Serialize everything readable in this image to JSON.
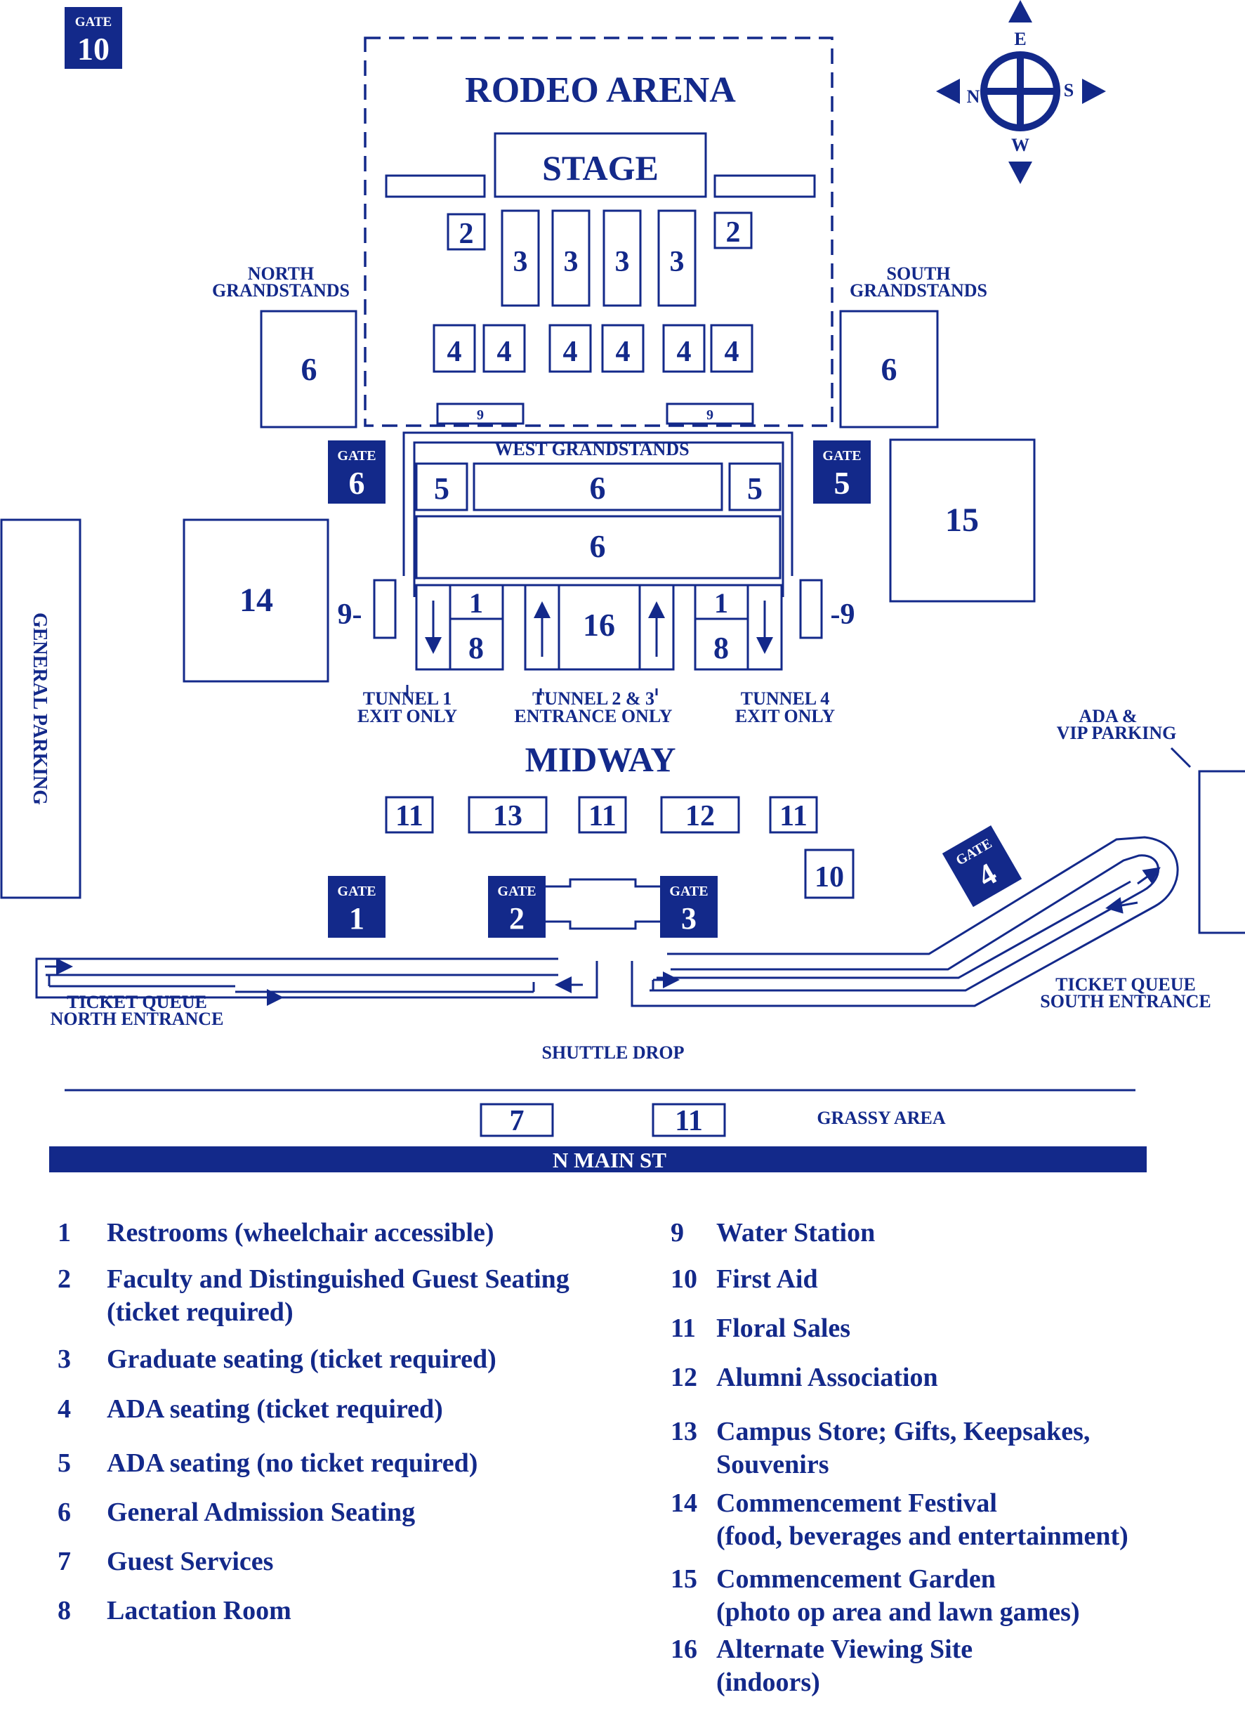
{
  "colors": {
    "brand": "#13298a",
    "background": "#ffffff"
  },
  "compass": {
    "n": "N",
    "e": "E",
    "s": "S",
    "w": "W"
  },
  "gates": {
    "word": "GATE",
    "g1": "1",
    "g2": "2",
    "g3": "3",
    "g4": "4",
    "g5": "5",
    "g6": "6",
    "g10": "10"
  },
  "areas": {
    "rodeo_arena": "RODEO ARENA",
    "stage": "STAGE",
    "north_grandstands_1": "NORTH",
    "north_grandstands_2": "GRANDSTANDS",
    "south_grandstands_1": "SOUTH",
    "south_grandstands_2": "GRANDSTANDS",
    "west_grandstands": "WEST GRANDSTANDS",
    "general_parking": "GENERAL PARKING",
    "midway": "MIDWAY",
    "tunnel_1_a": "TUNNEL 1",
    "tunnel_1_b": "EXIT ONLY",
    "tunnel_23_a": "TUNNEL 2 & 3",
    "tunnel_23_b": "ENTRANCE ONLY",
    "tunnel_4_a": "TUNNEL 4",
    "tunnel_4_b": "EXIT ONLY",
    "ada_vip_a": "ADA &",
    "ada_vip_b": "VIP PARKING",
    "tq_north_a": "TICKET QUEUE",
    "tq_north_b": "NORTH ENTRANCE",
    "tq_south_a": "TICKET QUEUE",
    "tq_south_b": "SOUTH ENTRANCE",
    "shuttle_drop": "SHUTTLE DROP",
    "grassy_area": "GRASSY AREA",
    "street": "N MAIN ST"
  },
  "markers": {
    "m1": "1",
    "m2": "2",
    "m3": "3",
    "m4": "4",
    "m5": "5",
    "m6": "6",
    "m7": "7",
    "m8": "8",
    "m9": "9",
    "m9_dash_left": "9-",
    "m9_dash_right": "-9",
    "m10": "10",
    "m11": "11",
    "m12": "12",
    "m13": "13",
    "m14": "14",
    "m15": "15",
    "m16": "16"
  },
  "legend": [
    {
      "num": "1",
      "lines": [
        "Restrooms (wheelchair accessible)"
      ]
    },
    {
      "num": "2",
      "lines": [
        "Faculty and Distinguished Guest Seating",
        "(ticket required)"
      ]
    },
    {
      "num": "3",
      "lines": [
        "Graduate seating (ticket required)"
      ]
    },
    {
      "num": "4",
      "lines": [
        "ADA seating (ticket required)"
      ]
    },
    {
      "num": "5",
      "lines": [
        "ADA seating (no ticket required)"
      ]
    },
    {
      "num": "6",
      "lines": [
        "General Admission Seating"
      ]
    },
    {
      "num": "7",
      "lines": [
        "Guest Services"
      ]
    },
    {
      "num": "8",
      "lines": [
        "Lactation Room"
      ]
    },
    {
      "num": "9",
      "lines": [
        "Water Station"
      ]
    },
    {
      "num": "10",
      "lines": [
        "First Aid"
      ]
    },
    {
      "num": "11",
      "lines": [
        "Floral Sales"
      ]
    },
    {
      "num": "12",
      "lines": [
        "Alumni Association"
      ]
    },
    {
      "num": "13",
      "lines": [
        "Campus Store; Gifts, Keepsakes,",
        "Souvenirs"
      ]
    },
    {
      "num": "14",
      "lines": [
        "Commencement Festival",
        "(food, beverages and entertainment)"
      ]
    },
    {
      "num": "15",
      "lines": [
        "Commencement Garden",
        "(photo op area and lawn games)"
      ]
    },
    {
      "num": "16",
      "lines": [
        "Alternate Viewing Site",
        "(indoors)"
      ]
    }
  ]
}
